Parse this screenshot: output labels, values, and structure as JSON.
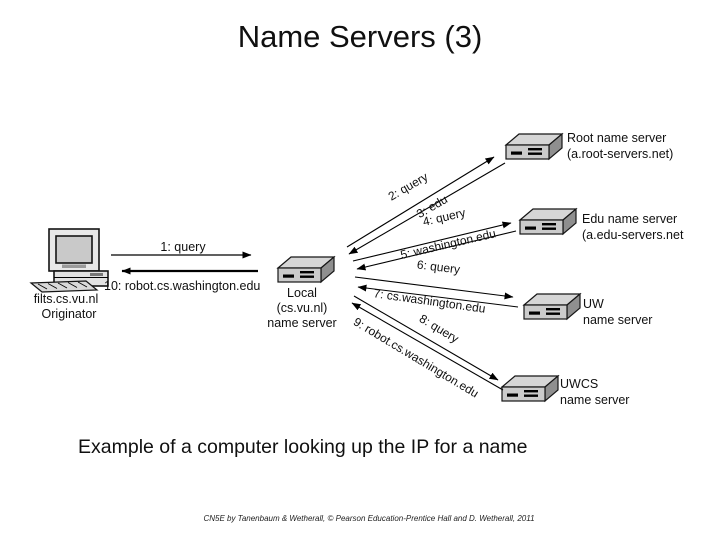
{
  "slide": {
    "title": "Name Servers (3)",
    "title_color": "#cc1212",
    "caption": "Example of a computer looking up the IP for a name",
    "footer": "CN5E by Tanenbaum & Wetherall, © Pearson Education-Prentice Hall and D. Wetherall, 2011"
  },
  "diagram": {
    "originator": {
      "host": "filts.cs.vu.nl",
      "role": "Originator"
    },
    "local_server": {
      "name": "Local",
      "domain": "(cs.vu.nl)",
      "type": "name server"
    },
    "root_server": {
      "name": "Root name server",
      "domain": "(a.root-servers.net)"
    },
    "edu_server": {
      "name": "Edu name server",
      "domain": "(a.edu-servers.net"
    },
    "uw_server": {
      "name": "UW",
      "type": "name server"
    },
    "uwcs_server": {
      "name": "UWCS",
      "type": "name server"
    },
    "messages": {
      "m1": "1: query",
      "m2": "2: query",
      "m3": "3: edu",
      "m4": "4: query",
      "m5": "5: washington.edu",
      "m6": "6: query",
      "m7": "7: cs.washington.edu",
      "m8": "8: query",
      "m9": "9: robot.cs.washington.edu",
      "m10": "10: robot.cs.washington.edu"
    }
  }
}
